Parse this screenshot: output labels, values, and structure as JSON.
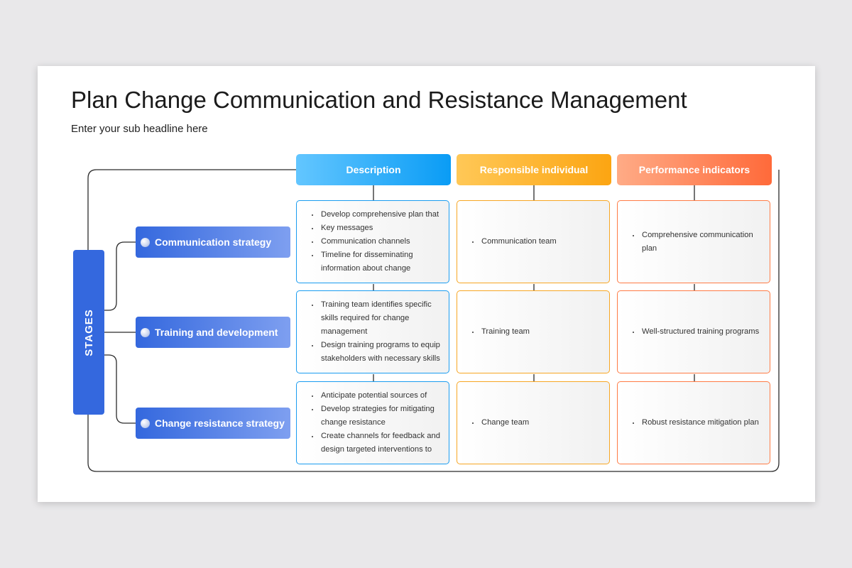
{
  "title": "Plan Change Communication and Resistance Management",
  "subtitle": "Enter your sub headline here",
  "stages_label": "STAGES",
  "columns": [
    "Description",
    "Responsible individual",
    "Performance indicators"
  ],
  "colors": {
    "stages": "#3468de",
    "description": "#0a9cf5",
    "responsible": "#fca512",
    "performance": "#ff6a3a"
  },
  "rows": [
    {
      "stage": "Communication strategy",
      "description": [
        "Develop comprehensive plan that",
        "Key messages",
        "Communication channels",
        "Timeline for disseminating information about change"
      ],
      "responsible": [
        "Communication team"
      ],
      "performance": [
        "Comprehensive communication plan"
      ]
    },
    {
      "stage": "Training and development",
      "description": [
        "Training team identifies specific skills required for change management",
        "Design training programs to equip stakeholders with necessary skills"
      ],
      "responsible": [
        "Training team"
      ],
      "performance": [
        "Well-structured training programs"
      ]
    },
    {
      "stage": "Change resistance strategy",
      "description": [
        "Anticipate potential sources of",
        "Develop strategies for mitigating change resistance",
        "Create channels for feedback and design targeted interventions to"
      ],
      "responsible": [
        "Change team"
      ],
      "performance": [
        "Robust resistance mitigation plan"
      ]
    }
  ]
}
